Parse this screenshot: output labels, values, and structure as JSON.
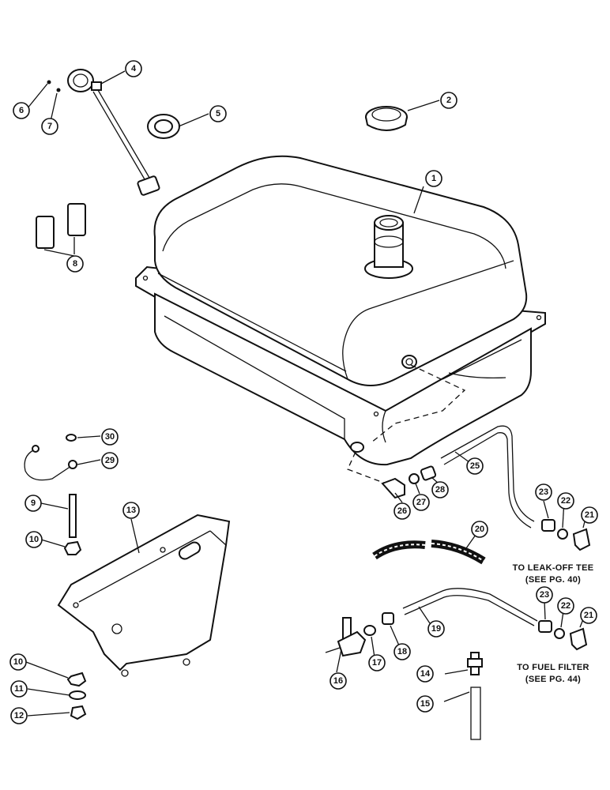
{
  "callouts": [
    {
      "id": "c1",
      "label": "1"
    },
    {
      "id": "c2",
      "label": "2"
    },
    {
      "id": "c4",
      "label": "4"
    },
    {
      "id": "c5",
      "label": "5"
    },
    {
      "id": "c6",
      "label": "6"
    },
    {
      "id": "c7",
      "label": "7"
    },
    {
      "id": "c8",
      "label": "8"
    },
    {
      "id": "c9",
      "label": "9"
    },
    {
      "id": "c10a",
      "label": "10"
    },
    {
      "id": "c10b",
      "label": "10"
    },
    {
      "id": "c11",
      "label": "11"
    },
    {
      "id": "c12",
      "label": "12"
    },
    {
      "id": "c13",
      "label": "13"
    },
    {
      "id": "c14",
      "label": "14"
    },
    {
      "id": "c15",
      "label": "15"
    },
    {
      "id": "c16",
      "label": "16"
    },
    {
      "id": "c17",
      "label": "17"
    },
    {
      "id": "c18",
      "label": "18"
    },
    {
      "id": "c19",
      "label": "19"
    },
    {
      "id": "c20",
      "label": "20"
    },
    {
      "id": "c21a",
      "label": "21"
    },
    {
      "id": "c21b",
      "label": "21"
    },
    {
      "id": "c22a",
      "label": "22"
    },
    {
      "id": "c22b",
      "label": "22"
    },
    {
      "id": "c23a",
      "label": "23"
    },
    {
      "id": "c23b",
      "label": "23"
    },
    {
      "id": "c25",
      "label": "25"
    },
    {
      "id": "c26",
      "label": "26"
    },
    {
      "id": "c27",
      "label": "27"
    },
    {
      "id": "c28",
      "label": "28"
    },
    {
      "id": "c29",
      "label": "29"
    },
    {
      "id": "c30",
      "label": "30"
    }
  ],
  "notes": {
    "leak_off_line1": "TO LEAK-OFF TEE",
    "leak_off_line2": "(SEE PG. 40)",
    "fuel_filter_line1": "TO FUEL FILTER",
    "fuel_filter_line2": "(SEE PG. 44)"
  }
}
